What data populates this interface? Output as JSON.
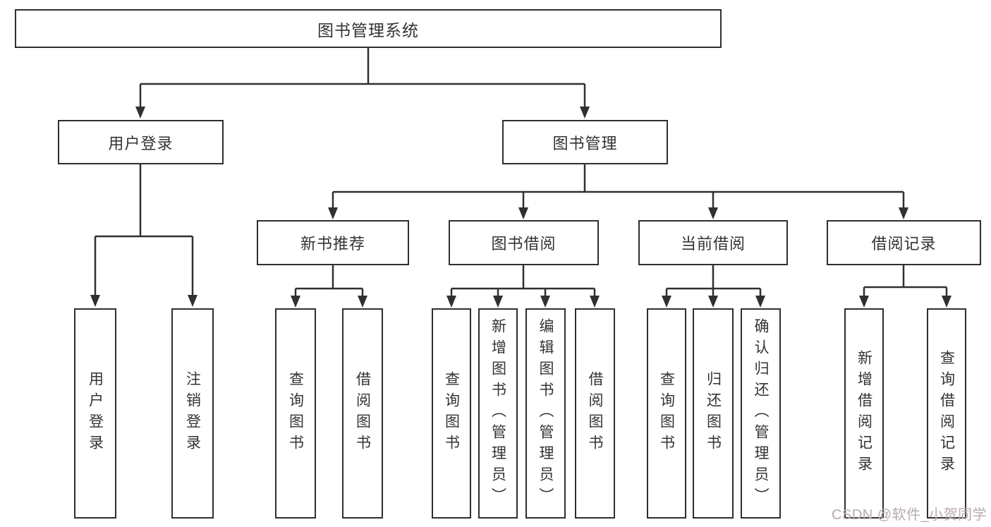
{
  "colors": {
    "line": "#303030",
    "box_border": "#2f2f2f",
    "text": "#333333",
    "background": "#ffffff",
    "watermark_text": "#b9b2b2"
  },
  "watermark": "CSDN @软件_小贺同学",
  "tree": {
    "root": "图书管理系统",
    "children": [
      {
        "label": "用户登录",
        "children": [
          "用户登录",
          "注销登录"
        ]
      },
      {
        "label": "图书管理",
        "children": [
          {
            "label": "新书推荐",
            "children": [
              "查询图书",
              "借阅图书"
            ]
          },
          {
            "label": "图书借阅",
            "children": [
              "查询图书",
              "新增图书（管理员）",
              "编辑图书（管理员）",
              "借阅图书"
            ]
          },
          {
            "label": "当前借阅",
            "children": [
              "查询图书",
              "归还图书",
              "确认归还（管理员）"
            ]
          },
          {
            "label": "借阅记录",
            "children": [
              "新增借阅记录",
              "查询借阅记录"
            ]
          }
        ]
      }
    ]
  }
}
